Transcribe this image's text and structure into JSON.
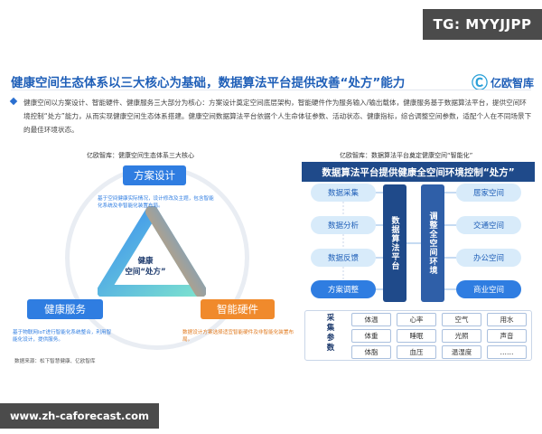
{
  "watermark_top": "TG: MYYJJPP",
  "watermark_bottom": "www.zh-caforecast.com",
  "title": "健康空间生态体系以三大核心为基础，数据算法平台提供改善“处方”能力",
  "logo": {
    "text": "亿欧智库"
  },
  "paragraph": "健康空间以方案设计、智能硬件、健康服务三大部分为核心：方案设计奠定空间底层架构，智能硬件作为服务输入/输出载体，健康服务基于数据算法平台，提供空间环境控制“处方”能力，从而实现健康空间生态体系搭建。健康空间数据算法平台依据个人生命体征参数、活动状态、健康指标，综合调整空间参数，适配个人在不同场景下的最佳环境状态。",
  "left_diagram": {
    "subtitle": "亿欧智库：健康空间生态体系三大核心",
    "center_line1": "健康",
    "center_line2": "空间“处方”",
    "pill_design": "方案设计",
    "pill_service": "健康服务",
    "pill_hardware": "智能硬件",
    "note_design": "基于空间健康实际情况，设计修改及主题，包含智能化系统及非智能化装置布局。",
    "note_service": "基于物联网IoT进行智能化系统整合，利用智能化设计，提供服务。",
    "note_hardware": "数据设计方案选择适宜智能硬件及非智能化装置布局。",
    "source": "数据来源：松下智慧健康、亿欧智库"
  },
  "right_diagram": {
    "subtitle": "亿欧智库：数据算法平台奠定健康空间“智能化”",
    "header": "数据算法平台提供健康全空间环境控制“处方”",
    "left_items": [
      "数据采集",
      "数据分析",
      "数据反馈",
      "方案调整"
    ],
    "col1": "数据算法平台",
    "col2": "调整全空间环境",
    "right_items": [
      "居家空间",
      "交通空间",
      "办公空间",
      "商业空间"
    ],
    "collect_label": "采集参数",
    "params": [
      "体温",
      "心率",
      "空气",
      "用水",
      "体重",
      "睡眠",
      "光照",
      "声音",
      "体脂",
      "血压",
      "温湿度",
      "……"
    ]
  },
  "colors": {
    "primary_blue": "#2f7de1",
    "dark_blue": "#1f4a8a",
    "orange": "#f08a2c",
    "teal": "#2aa0d8"
  }
}
